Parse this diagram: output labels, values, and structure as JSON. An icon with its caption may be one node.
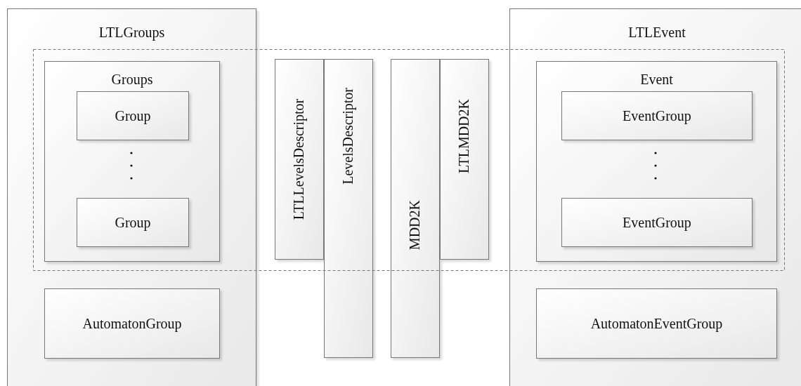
{
  "diagram": {
    "nodes": [
      {
        "text": [
          "LTLGroups"
        ]
      },
      {
        "text": [
          "Groups"
        ],
        "in": 0
      },
      {
        "text": [
          "Group"
        ],
        "in": 1
      },
      {
        "text": [
          "Group"
        ],
        "in": 1
      },
      {
        "text": [
          "AutomatonGroup"
        ],
        "in": 0
      },
      {
        "text": [
          "LTLLevelsDescriptor"
        ]
      },
      {
        "text": [
          "LevelsDescriptor"
        ]
      },
      {
        "text": [
          "MDD2K"
        ]
      },
      {
        "text": [
          "LTLMDD2K"
        ]
      },
      {
        "text": [
          "LTLEvent"
        ]
      },
      {
        "text": [
          "Event"
        ],
        "in": 9
      },
      {
        "text": [
          "EventGroup"
        ],
        "in": 10
      },
      {
        "text": [
          "EventGroup"
        ],
        "in": 10
      },
      {
        "text": [
          "AutomatonEventGroup"
        ],
        "in": 9
      }
    ]
  }
}
